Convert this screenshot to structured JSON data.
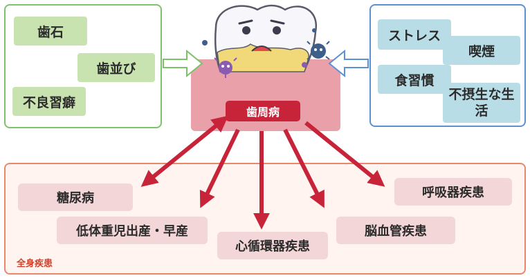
{
  "left_factors": [
    "歯石",
    "歯並び",
    "不良習癖"
  ],
  "right_factors": [
    "ストレス",
    "喫煙",
    "食習慣",
    "不摂生な生活"
  ],
  "center_label": "歯周病",
  "systemic_diseases": [
    "糖尿病",
    "低体重児出産・早産",
    "心循環器疾患",
    "脳血管疾患",
    "呼吸器疾患"
  ],
  "body_label": "全身疾患",
  "colors": {
    "green_border": "#7cc267",
    "green_tag": "#c8e3b0",
    "blue_border": "#5b8fd6",
    "blue_tag": "#b9dde7",
    "red_arrow": "#c7243a",
    "pink_tag": "#f3d6d8",
    "gum": "#e9a0a9"
  },
  "icons": [
    "tooth-icon",
    "bacteria-icon"
  ]
}
